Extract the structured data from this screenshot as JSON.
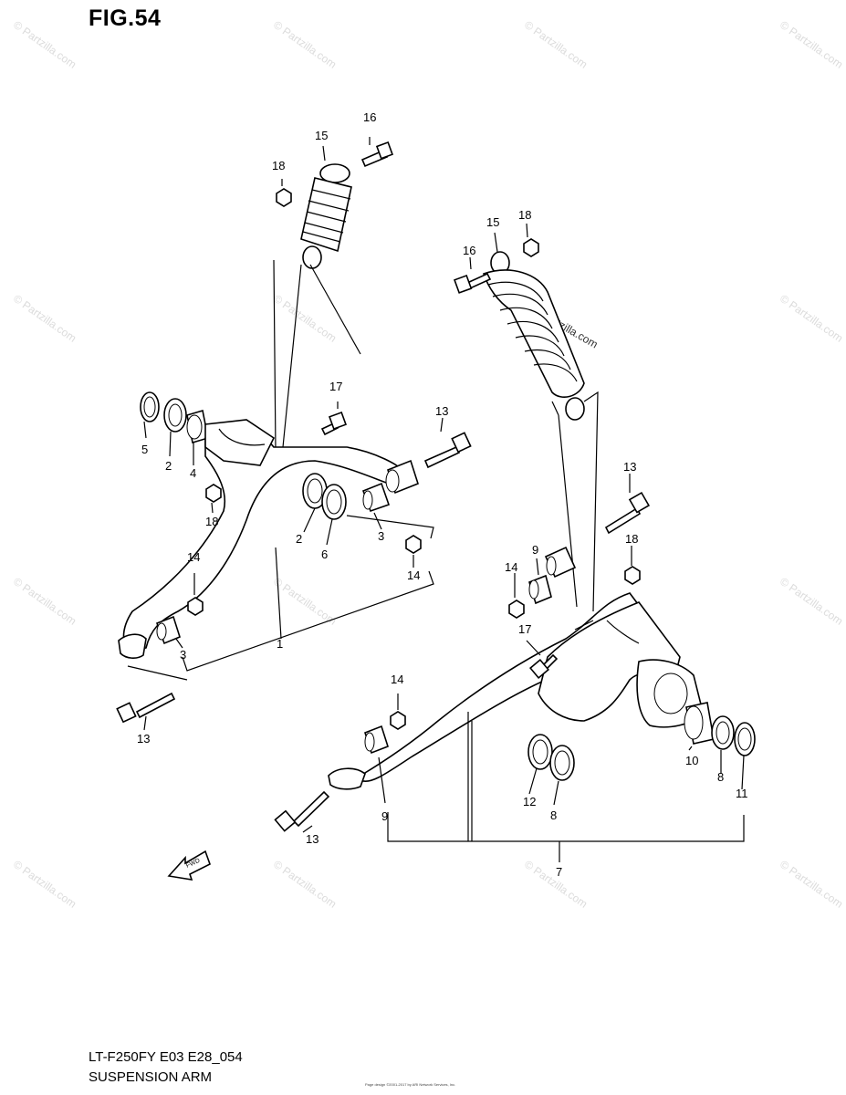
{
  "figure": "FIG.54",
  "footer": {
    "model_code": "LT-F250FY E03 E28_054",
    "section_name": "SUSPENSION ARM",
    "small_print": [
      "Page design ©2001-2017 by ARI Network Services, Inc."
    ]
  },
  "watermark": {
    "text": "© Partzilla.com",
    "inline_text": "Partzilla.com"
  },
  "callouts": {
    "c1": "1",
    "c2a": "2",
    "c2b": "2",
    "c3a": "3",
    "c3b": "3",
    "c4": "4",
    "c5": "5",
    "c6": "6",
    "c7": "7",
    "c8a": "8",
    "c8b": "8",
    "c9a": "9",
    "c9b": "9",
    "c10": "10",
    "c11": "11",
    "c12": "12",
    "c13a": "13",
    "c13b": "13",
    "c13c": "13",
    "c13d": "13",
    "c14a": "14",
    "c14b": "14",
    "c14c": "14",
    "c14d": "14",
    "c15a": "15",
    "c15b": "15",
    "c16a": "16",
    "c16b": "16",
    "c17a": "17",
    "c17b": "17",
    "c18a": "18",
    "c18b": "18",
    "c18c": "18",
    "c18d": "18"
  },
  "fwd_label": "FWD"
}
